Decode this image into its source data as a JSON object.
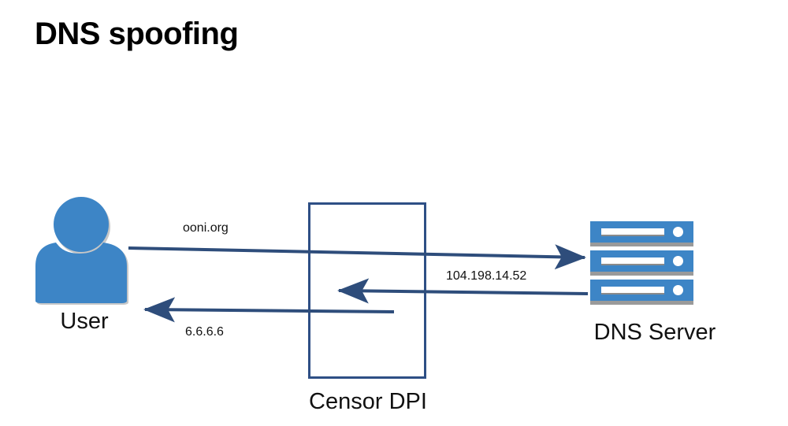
{
  "slide": {
    "title": "DNS spoofing",
    "background": "#ffffff"
  },
  "colors": {
    "icon_blue": "#3d85c6",
    "arrow_navy": "#2e4d7b",
    "box_border": "#2e4f85",
    "text_black": "#111111",
    "shadow_gray": "#9a9a9a"
  },
  "nodes": [
    {
      "id": "user",
      "label": "User",
      "icon": "user-person-icon"
    },
    {
      "id": "censor",
      "label": "Censor DPI",
      "icon": "rectangle-box"
    },
    {
      "id": "dns-server",
      "label": "DNS Server",
      "icon": "server-rack-icon",
      "rack_units": 3
    }
  ],
  "edges": [
    {
      "id": "query",
      "label": "ooni.org",
      "from": "user",
      "to": "dns-server",
      "direction": "right"
    },
    {
      "id": "real-response",
      "label": "104.198.14.52",
      "from": "dns-server",
      "to": "censor",
      "direction": "left"
    },
    {
      "id": "spoofed-response",
      "label": "6.6.6.6",
      "from": "censor",
      "to": "user",
      "direction": "left"
    }
  ]
}
